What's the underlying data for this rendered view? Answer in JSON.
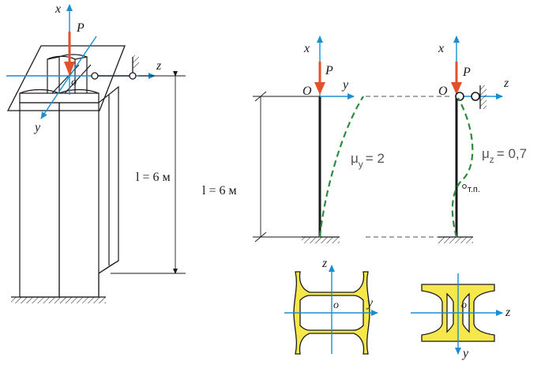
{
  "colors": {
    "axis": "#1a8ed0",
    "force": "#e2522a",
    "deflection": "#2e8b3c",
    "section_fill": "#f6e84a",
    "ink": "#1a1a1a",
    "mu_text": "#555555"
  },
  "left_view": {
    "axis_x": "x",
    "axis_y": "y",
    "axis_z": "z",
    "force": "P",
    "origin": "o",
    "length": "l = 6 м"
  },
  "middle_view": {
    "axis_x": "x",
    "axis_y": "y",
    "force": "P",
    "origin": "O",
    "length": "l = 6 м",
    "mu_symbol": "μ",
    "mu_sub": "y",
    "mu_value": "= 2"
  },
  "right_view": {
    "axis_x": "x",
    "axis_z": "z",
    "force": "P",
    "origin": "O",
    "mu_symbol": "μ",
    "mu_sub": "z",
    "mu_value": "= 0,7",
    "inflection_point": "т.п."
  },
  "section_left": {
    "axis_z": "z",
    "axis_y": "y",
    "origin": "o"
  },
  "section_right": {
    "axis_z": "z",
    "axis_y": "y",
    "origin": "o"
  }
}
